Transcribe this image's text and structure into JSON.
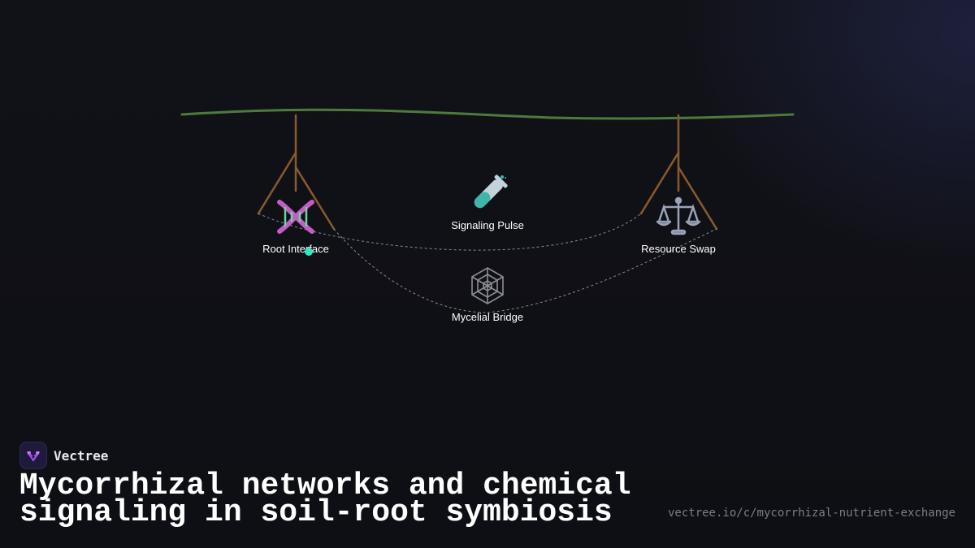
{
  "diagram": {
    "nodes": [
      {
        "id": "root-interface",
        "label": "Root Interface",
        "icon": "dna-icon"
      },
      {
        "id": "signaling-pulse",
        "label": "Signaling Pulse",
        "icon": "test-tube-icon"
      },
      {
        "id": "resource-swap",
        "label": "Resource Swap",
        "icon": "balance-scale-icon"
      },
      {
        "id": "mycelial-bridge",
        "label": "Mycelial Bridge",
        "icon": "spider-web-icon"
      }
    ],
    "edges": [
      {
        "from": "root-interface",
        "to": "resource-swap",
        "style": "dashed"
      },
      {
        "from": "root-interface",
        "to": "mycelial-bridge",
        "style": "dashed"
      },
      {
        "from": "mycelial-bridge",
        "to": "resource-swap",
        "style": "dashed"
      }
    ],
    "colors": {
      "ground_line": "#4e7a3e",
      "root": "#8a5a2e",
      "edge": "#8a8c95",
      "pulse_dot": "#2ee8c2"
    }
  },
  "footer": {
    "brand_name": "Vectree",
    "brand_logo_icon": "vectree-logo-icon",
    "brand_color": "#a64df0",
    "title": "Mycorrhizal networks and chemical signaling in soil-root symbiosis",
    "url": "vectree.io/c/mycorrhizal-nutrient-exchange"
  }
}
